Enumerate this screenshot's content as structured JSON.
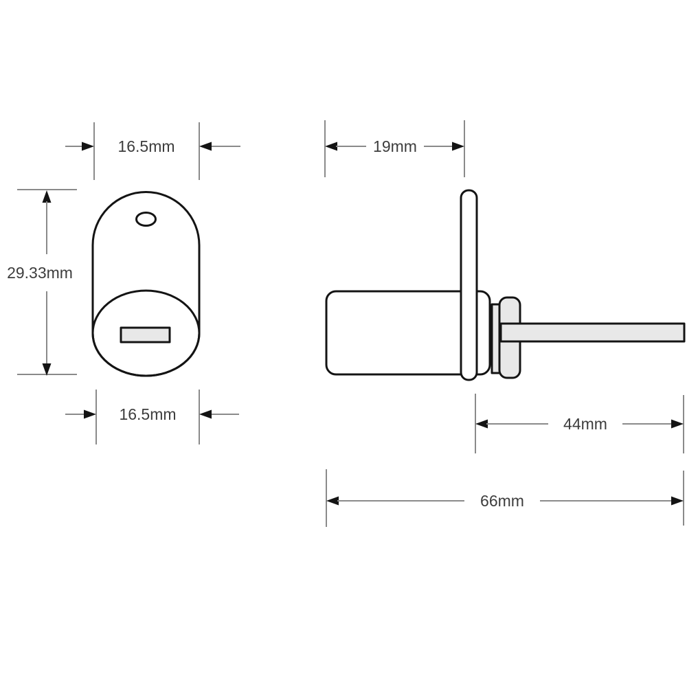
{
  "drawing": {
    "dimensions": {
      "front_width_top": "16.5mm",
      "front_height": "29.33mm",
      "front_width_bottom": "16.5mm",
      "side_body_depth": "19mm",
      "cam_length": "44mm",
      "overall_length": "66mm"
    },
    "colors": {
      "outline": "#141414",
      "dimension_line": "#8a8a8a",
      "arrowhead": "#141414",
      "label_text": "#3d3d3d",
      "part_fill_light": "#e8e8e8",
      "background": "#ffffff"
    }
  }
}
